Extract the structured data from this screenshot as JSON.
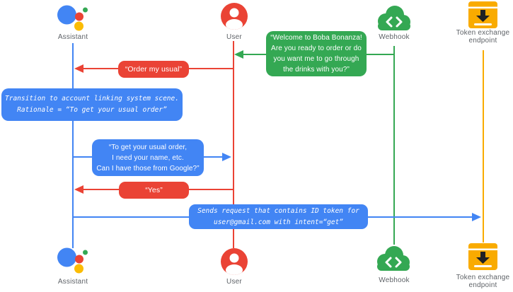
{
  "diagram": {
    "type": "sequence",
    "actors": [
      {
        "id": "assistant",
        "label": "Assistant",
        "icon": "google-assistant-logo-icon",
        "color": "#4285f4"
      },
      {
        "id": "user",
        "label": "User",
        "icon": "user-avatar-icon",
        "color": "#ea4335"
      },
      {
        "id": "webhook",
        "label": "Webhook",
        "icon": "cloud-code-icon",
        "color": "#34a853"
      },
      {
        "id": "token_endpoint",
        "label": "Token exchange\nendpoint",
        "icon": "token-endpoint-box-icon",
        "color": "#f9ab00"
      }
    ],
    "messages": [
      {
        "id": "welcome",
        "from": "webhook",
        "to": "user",
        "style": "speech-green",
        "text": "“Welcome to Boba Bonanza!\nAre you ready to order or do\nyou want me to go through\nthe drinks with you?”"
      },
      {
        "id": "order_my_usual",
        "from": "user",
        "to": "assistant",
        "style": "speech-red",
        "text": "“Order my usual”"
      },
      {
        "id": "transition_note",
        "on": "assistant",
        "style": "system-blue",
        "text": "Transition to account linking system scene.\nRationale = “To get your usual order”"
      },
      {
        "id": "need_info",
        "from": "assistant",
        "to": "user",
        "style": "speech-blue",
        "text": "“To get your usual order,\nI need your name, etc.\nCan I have those from Google?”"
      },
      {
        "id": "yes",
        "from": "user",
        "to": "assistant",
        "style": "speech-red",
        "text": "“Yes”"
      },
      {
        "id": "sends_request",
        "from": "assistant",
        "to": "token_endpoint",
        "style": "system-blue",
        "text": "Sends request that contains ID token for\nuser@gmail.com with intent=“get”"
      }
    ],
    "colors": {
      "google_blue": "#4285f4",
      "google_red": "#ea4335",
      "google_green": "#34a853",
      "google_yellow": "#fbbc04",
      "amber": "#f9ab00",
      "label_gray": "#5f6368"
    }
  }
}
